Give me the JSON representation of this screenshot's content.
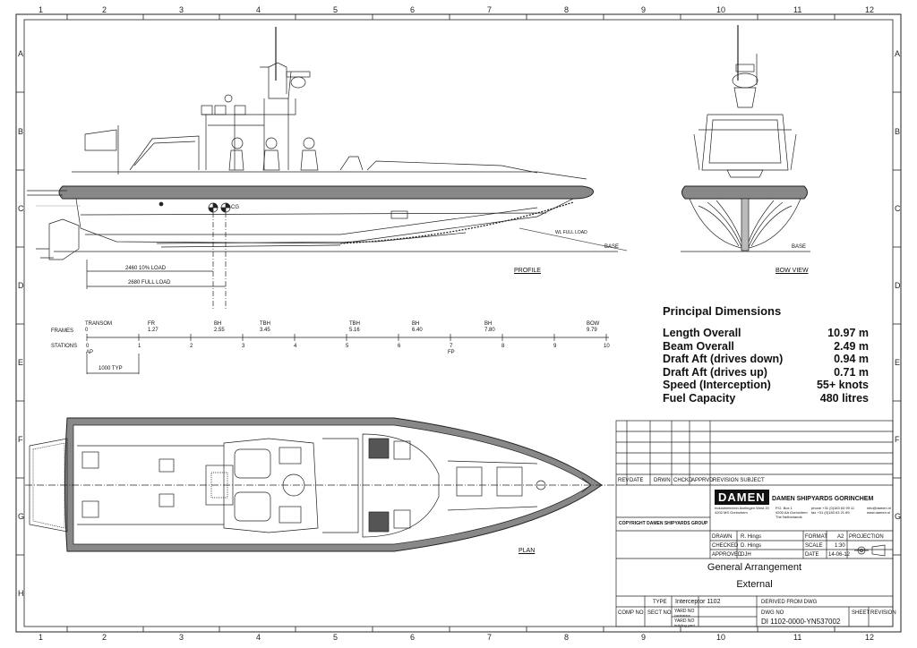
{
  "frame": {
    "columns": [
      "1",
      "2",
      "3",
      "4",
      "5",
      "6",
      "7",
      "8",
      "9",
      "10",
      "11",
      "12"
    ],
    "rows": [
      "A",
      "B",
      "C",
      "D",
      "E",
      "F",
      "G",
      "H"
    ]
  },
  "profile": {
    "label": "PROFILE",
    "cg_label": "CG",
    "wl_label": "WL FULL LOAD",
    "base_label": "BASE",
    "dim_10_load": "2460  10% LOAD",
    "dim_full_load": "2680  FULL LOAD"
  },
  "bow_view": {
    "label": "BOW VIEW",
    "base_label": "BASE"
  },
  "plan": {
    "label": "PLAN"
  },
  "frames_scale": {
    "frames_label": "FRAMES",
    "stations_label": "STATIONS",
    "frame_marks": [
      {
        "name": "TRANSOM",
        "value": "0"
      },
      {
        "name": "FR",
        "value": "1.27"
      },
      {
        "name": "BH",
        "value": "2.55"
      },
      {
        "name": "TBH",
        "value": "3.45"
      },
      {
        "name": "TBH",
        "value": "5.16"
      },
      {
        "name": "BH",
        "value": "6.40"
      },
      {
        "name": "BH",
        "value": "7.80"
      },
      {
        "name": "BOW",
        "value": "9.79"
      }
    ],
    "stations": [
      "0",
      "1",
      "2",
      "3",
      "4",
      "5",
      "6",
      "7",
      "8",
      "9",
      "10"
    ],
    "ap_label": "AP",
    "fp_label": "FP",
    "typ_label": "1000 TYP"
  },
  "principal_dimensions": {
    "title": "Principal Dimensions",
    "rows": [
      {
        "label": "Length Overall",
        "value": "10.97 m"
      },
      {
        "label": "Beam Overall",
        "value": "2.49 m"
      },
      {
        "label": "Draft Aft (drives down)",
        "value": "0.94 m"
      },
      {
        "label": "Draft Aft (drives up)",
        "value": "0.71 m"
      },
      {
        "label": "Speed (Interception)",
        "value": "55+ knots"
      },
      {
        "label": "Fuel Capacity",
        "value": "480 litres"
      }
    ]
  },
  "title_block": {
    "rev_headers": [
      "REV",
      "DATE",
      "DRWN",
      "CHCKD",
      "APPRVD",
      "REVISION SUBJECT"
    ],
    "logo": "DAMEN",
    "company": "DAMEN SHIPYARDS GORINCHEM",
    "address_1": "Industrieterrein Avelingen West 20",
    "address_2": "4202 MS Gorinchem",
    "pobox_1": "P.O. Box 1",
    "pobox_2": "4200 AA Gorinchem",
    "pobox_3": "The Netherlands",
    "phone": "phone +31 (0)183 63 99 11",
    "fax": "fax  +31 (0)183 63 21 89",
    "email": "info@damen.nl",
    "web": "www.damen.nl",
    "copyright": "COPYRIGHT DAMEN SHIPYARDS GROUP",
    "drawn_label": "DRAWN",
    "drawn_value": "R. Hings",
    "checked_label": "CHECKED",
    "checked_value": "D. Hings",
    "approved_label": "APPROVED",
    "approved_value": "DJH",
    "format_label": "FORMAT",
    "format_value": "A2",
    "scale_label": "SCALE",
    "scale_value": "1:30",
    "date_label": "DATE",
    "date_value": "14-06-12",
    "projection_label": "PROJECTION",
    "title_1": "General Arrangement",
    "title_2": "External",
    "type_label": "TYPE",
    "type_value": "Interceptor 1102",
    "derived_label": "DERIVED FROM DWG",
    "comp_label": "COMP NO",
    "sect_label": "SECT NO",
    "yard_contractor": "YARD NO",
    "yard_contractor_sub": "contractor",
    "yard_building": "YARD NO",
    "yard_building_sub": "building yard",
    "dwg_label": "DWG NO",
    "dwg_value": "DI 1102-0000-YN537002",
    "sheet_label": "SHEET",
    "revision_label": "REVISION"
  }
}
